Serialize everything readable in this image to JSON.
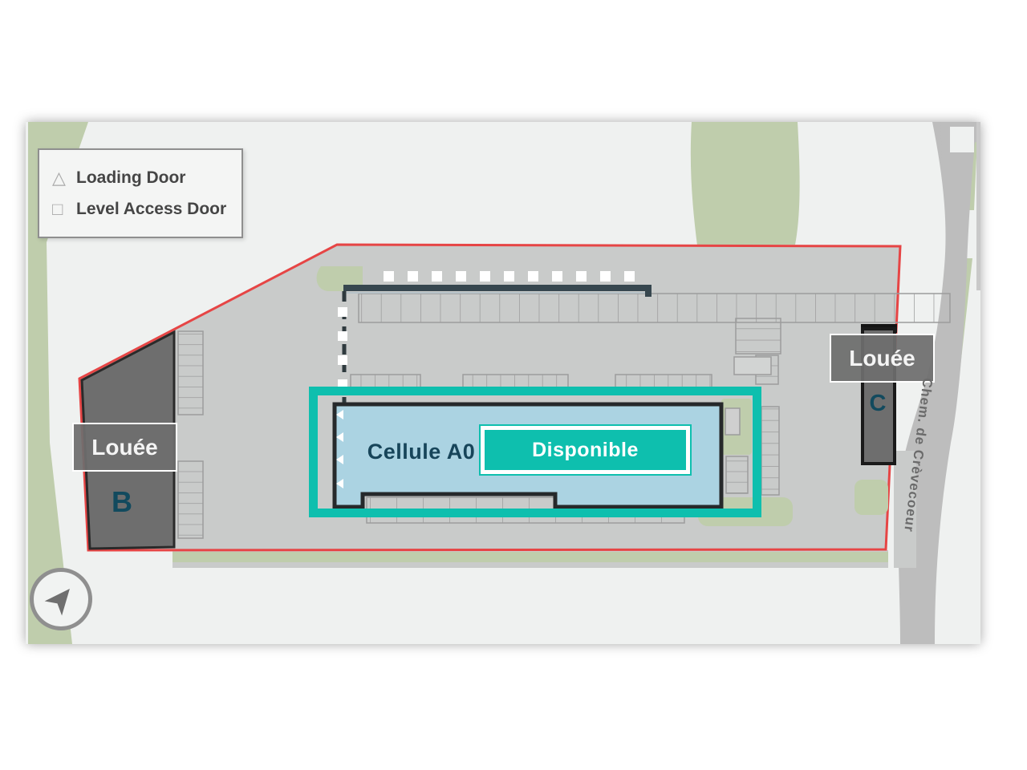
{
  "site_plan": {
    "legend": {
      "items": [
        {
          "icon": "triangle-outline-icon",
          "glyph": "△",
          "label": "Loading Door"
        },
        {
          "icon": "square-outline-icon",
          "glyph": "□",
          "label": "Level Access Door"
        }
      ]
    },
    "units": [
      {
        "id": "A0",
        "label": "Cellule A0",
        "status": "Disponible",
        "status_type": "available"
      },
      {
        "id": "B",
        "label": "B",
        "status": "Louée",
        "status_type": "rented"
      },
      {
        "id": "C",
        "label": "C",
        "status": "Louée",
        "status_type": "rented"
      }
    ],
    "road": {
      "name": "Chem. de Crèvecoeur"
    },
    "colors": {
      "available_accent": "#0EBFAE",
      "available_unit_fill": "#ABD3E2",
      "rented_unit_fill": "#6E6E6E",
      "rented_label_bg": "#767676",
      "boundary_line": "#E64545",
      "pavement": "#C9CBCA",
      "greenery": "#BFCDAC",
      "road_fill": "#BDBDBD"
    }
  }
}
